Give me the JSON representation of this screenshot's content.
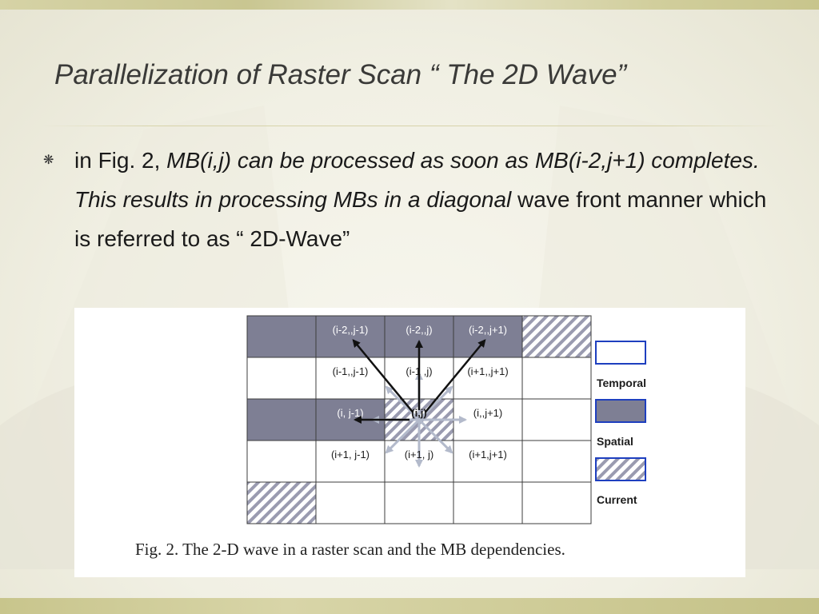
{
  "slide": {
    "title": "Parallelization of Raster Scan “ The 2D Wave”",
    "bullet_icon": "asterisk-bullet-icon",
    "bullet": {
      "part1": "in Fig. 2, ",
      "part2": "MB(i,j) can be processed as soon as MB(i-2,j+1) completes. This results in processing MBs in a diagonal",
      "part3": " wave front manner which is referred to as “ 2D-Wave”"
    }
  },
  "figure": {
    "caption": "Fig. 2. The 2-D wave in a raster scan and the MB dependencies.",
    "grid": {
      "rows": 5,
      "cols": 5,
      "cells": [
        {
          "row": 0,
          "col": 0,
          "type": "spatial",
          "label": ""
        },
        {
          "row": 0,
          "col": 1,
          "type": "spatial",
          "label": "(i-2,,j-1)"
        },
        {
          "row": 0,
          "col": 2,
          "type": "spatial",
          "label": "(i-2,,j)"
        },
        {
          "row": 0,
          "col": 3,
          "type": "spatial",
          "label": "(i-2,,j+1)"
        },
        {
          "row": 0,
          "col": 4,
          "type": "current",
          "label": ""
        },
        {
          "row": 1,
          "col": 0,
          "type": "temporal",
          "label": ""
        },
        {
          "row": 1,
          "col": 1,
          "type": "temporal",
          "label": "(i-1,,j-1)"
        },
        {
          "row": 1,
          "col": 2,
          "type": "temporal",
          "label": "(i-1   ,j)"
        },
        {
          "row": 1,
          "col": 3,
          "type": "temporal",
          "label": "(i+1,,j+1)"
        },
        {
          "row": 1,
          "col": 4,
          "type": "temporal",
          "label": ""
        },
        {
          "row": 2,
          "col": 0,
          "type": "spatial",
          "label": ""
        },
        {
          "row": 2,
          "col": 1,
          "type": "spatial",
          "label": "(i, j-1)"
        },
        {
          "row": 2,
          "col": 2,
          "type": "current",
          "label": "(i,j)"
        },
        {
          "row": 2,
          "col": 3,
          "type": "temporal",
          "label": "(i,,j+1)"
        },
        {
          "row": 2,
          "col": 4,
          "type": "temporal",
          "label": ""
        },
        {
          "row": 3,
          "col": 0,
          "type": "temporal",
          "label": ""
        },
        {
          "row": 3,
          "col": 1,
          "type": "temporal",
          "label": "(i+1, j-1)"
        },
        {
          "row": 3,
          "col": 2,
          "type": "temporal",
          "label": "(i+1, j)"
        },
        {
          "row": 3,
          "col": 3,
          "type": "temporal",
          "label": "(i+1,j+1)"
        },
        {
          "row": 3,
          "col": 4,
          "type": "temporal",
          "label": ""
        },
        {
          "row": 4,
          "col": 0,
          "type": "current",
          "label": ""
        },
        {
          "row": 4,
          "col": 1,
          "type": "temporal",
          "label": ""
        },
        {
          "row": 4,
          "col": 2,
          "type": "temporal",
          "label": ""
        },
        {
          "row": 4,
          "col": 3,
          "type": "temporal",
          "label": ""
        },
        {
          "row": 4,
          "col": 4,
          "type": "temporal",
          "label": ""
        }
      ]
    },
    "dependency_arrows": [
      {
        "from": "(i,j)",
        "to": "(i-2,,j-1)",
        "kind": "dependency"
      },
      {
        "from": "(i,j)",
        "to": "(i-2,,j)",
        "kind": "dependency"
      },
      {
        "from": "(i,j)",
        "to": "(i-2,,j+1)",
        "kind": "dependency"
      },
      {
        "from": "(i,j)",
        "to": "(i, j-1)",
        "kind": "dependency"
      }
    ],
    "legend": [
      {
        "type": "temporal",
        "label": "Temporal"
      },
      {
        "type": "spatial",
        "label": "Spatial"
      },
      {
        "type": "current",
        "label": "Current"
      }
    ],
    "colors": {
      "spatial_fill": "#7e7f94",
      "temporal_fill": "#ffffff",
      "current_stripe": "#9a9bb0",
      "grid_line": "#3c3c3c",
      "legend_border": "#1e3fbf",
      "dependency_arrow": "#111111",
      "neighbor_arrow": "#b3bacb"
    }
  }
}
